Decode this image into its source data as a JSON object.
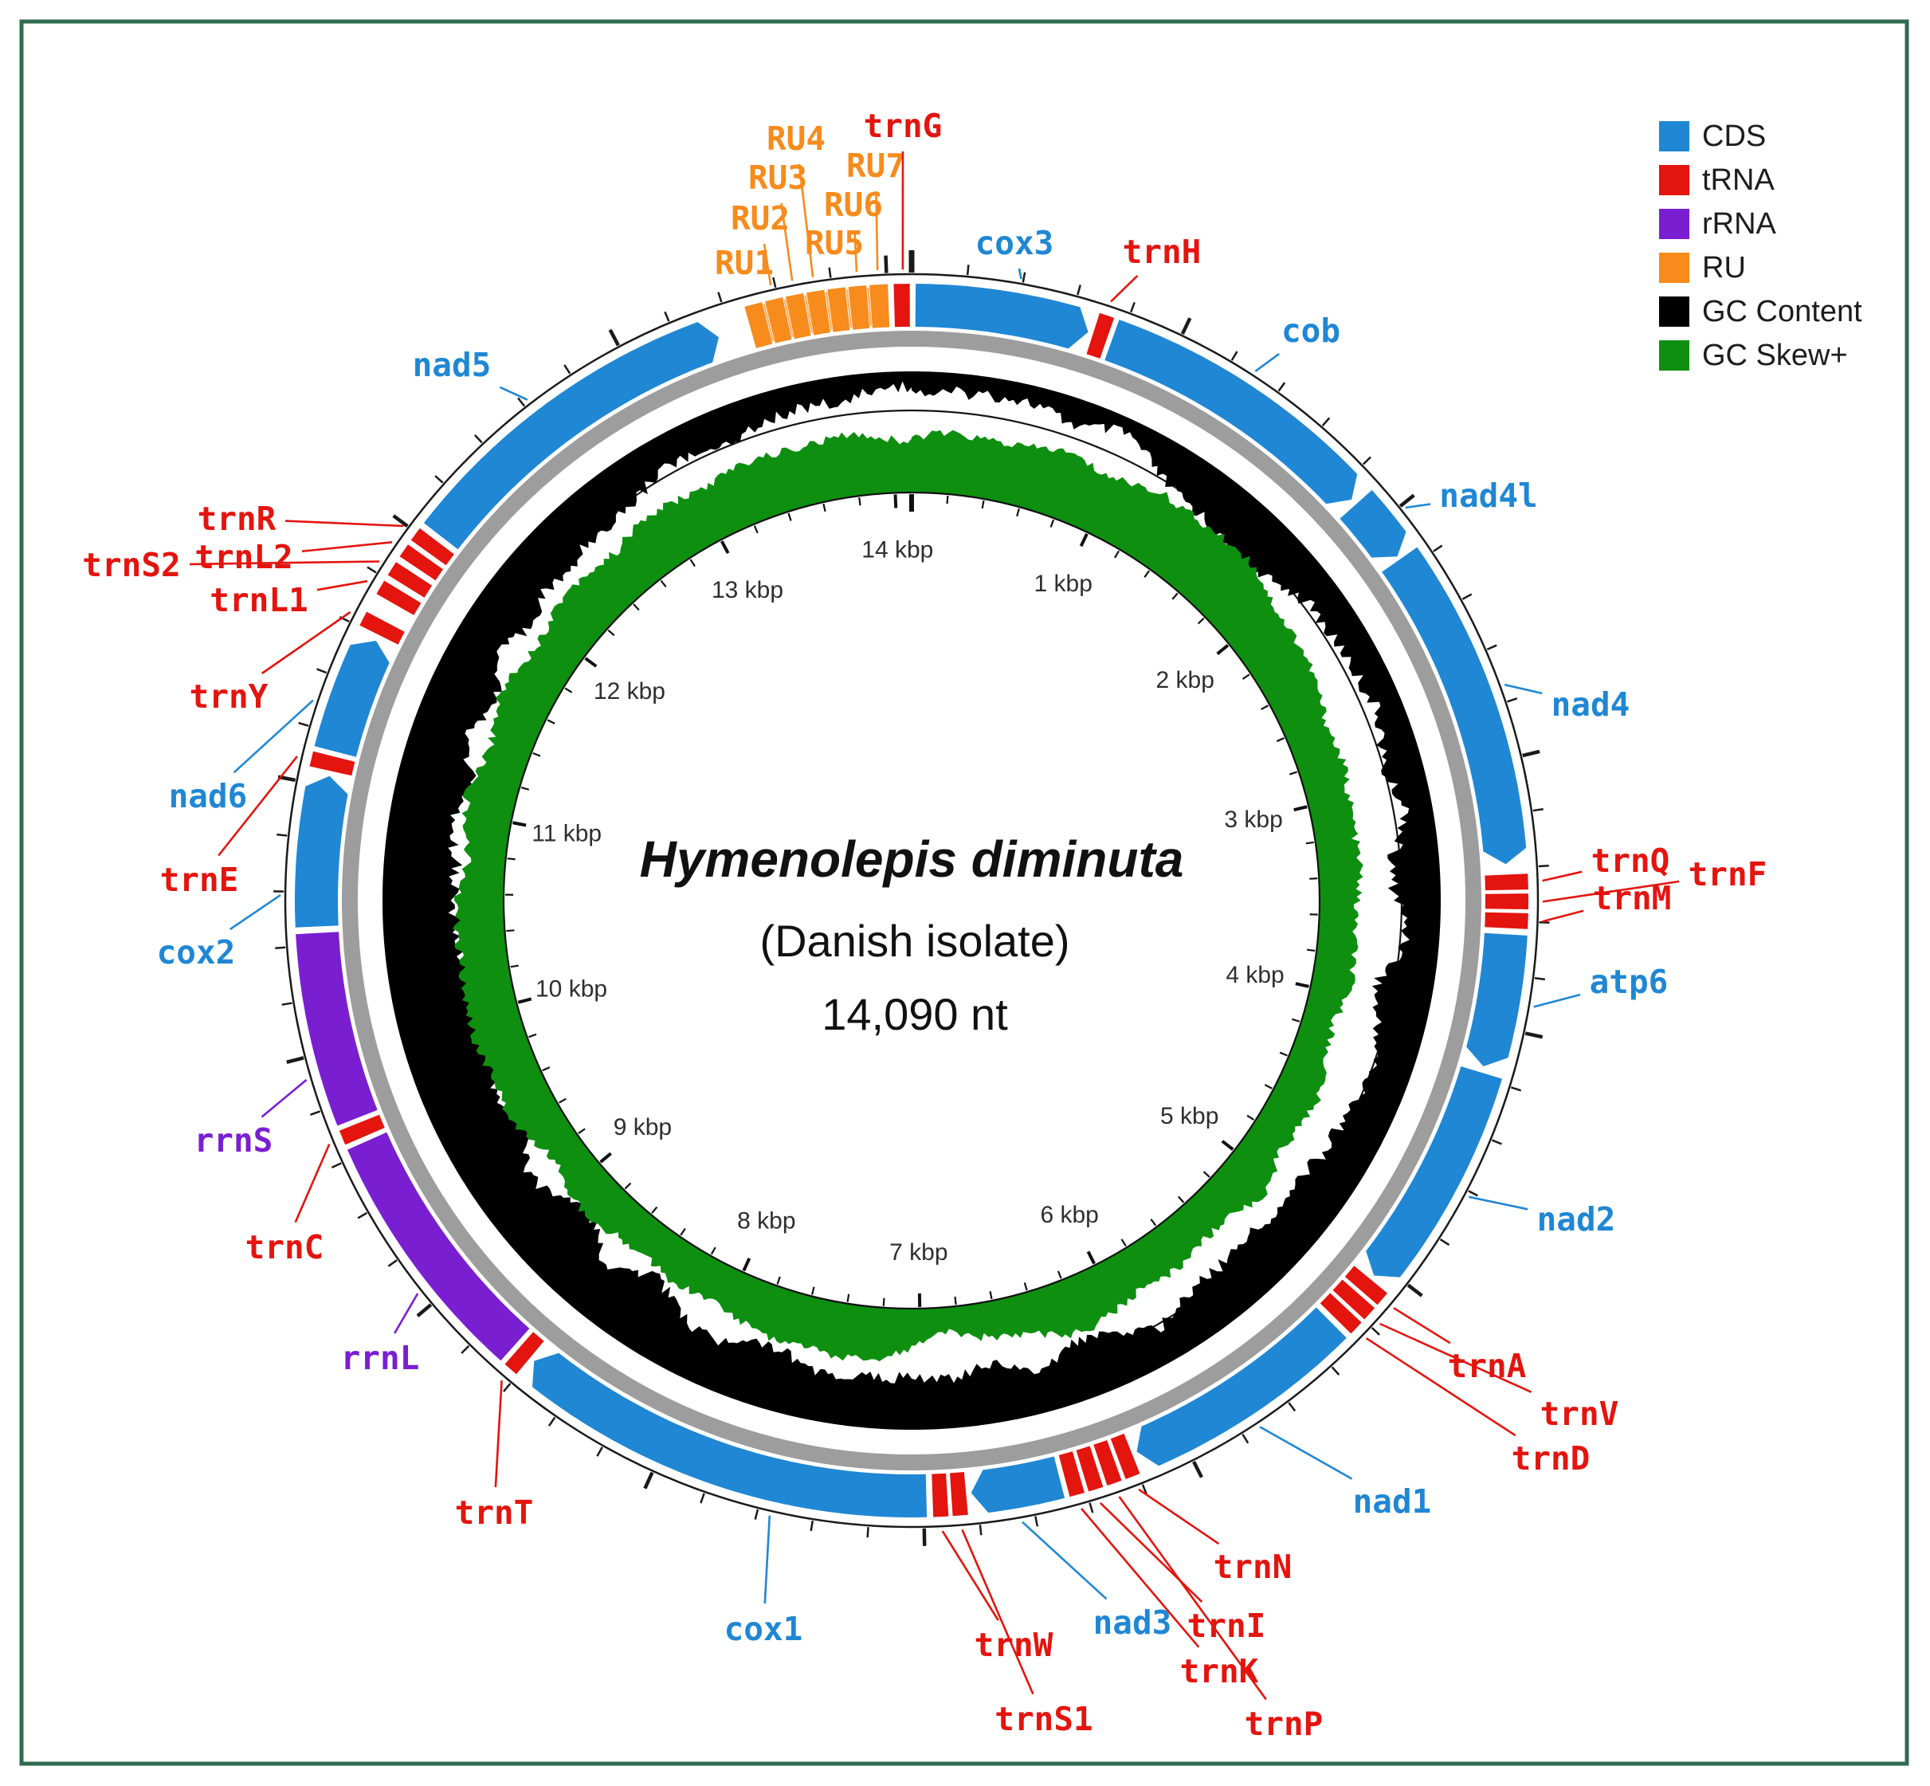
{
  "figure": {
    "title": "Hymenolepis diminuta",
    "subtitle": "(Danish isolate)",
    "length_label": "14,090 nt",
    "border_color": "#2f6b4f"
  },
  "legend": {
    "items": [
      {
        "label": "CDS",
        "color": "#1f87d4"
      },
      {
        "label": "tRNA",
        "color": "#e4140e"
      },
      {
        "label": "rRNA",
        "color": "#7a1ed2"
      },
      {
        "label": "RU",
        "color": "#f78b1c"
      },
      {
        "label": "GC Content",
        "color": "#000000"
      },
      {
        "label": "GC Skew+",
        "color": "#0e8f10"
      }
    ]
  },
  "chart_data": {
    "type": "circular-genome-map",
    "organism": "Hymenolepis diminuta",
    "isolate": "(Danish isolate)",
    "genome_length_nt": 14090,
    "colors": {
      "CDS": "#1f87d4",
      "tRNA": "#e4140e",
      "rRNA": "#7a1ed2",
      "RU": "#f78b1c",
      "gc_content": "#000000",
      "gc_skew": "#0e8f10",
      "backbone_gray": "#9d9d9d",
      "ring_line": "#1a1a1a",
      "scale_text": "#2e2e2e",
      "ru_separator": "#ffb469"
    },
    "scale": {
      "minor_interval_nt": 200,
      "major_interval_nt": 1000,
      "labels": [
        "1 kbp",
        "2 kbp",
        "3 kbp",
        "4 kbp",
        "5 kbp",
        "6 kbp",
        "7 kbp",
        "8 kbp",
        "9 kbp",
        "10 kbp",
        "11 kbp",
        "12 kbp",
        "13 kbp",
        "14 kbp"
      ]
    },
    "features": [
      {
        "name": "cox3",
        "type": "CDS",
        "start": 10,
        "end": 680
      },
      {
        "name": "trnH",
        "type": "tRNA",
        "start": 690,
        "end": 755
      },
      {
        "name": "cob",
        "type": "CDS",
        "start": 765,
        "end": 1870
      },
      {
        "name": "nad4l",
        "type": "CDS",
        "start": 1885,
        "end": 2145
      },
      {
        "name": "nad4",
        "type": "CDS",
        "start": 2150,
        "end": 3390
      },
      {
        "name": "trnQ",
        "type": "tRNA",
        "start": 3420,
        "end": 3487
      },
      {
        "name": "trnF",
        "type": "tRNA",
        "start": 3492,
        "end": 3559
      },
      {
        "name": "trnM",
        "type": "tRNA",
        "start": 3564,
        "end": 3631
      },
      {
        "name": "atp6",
        "type": "CDS",
        "start": 3645,
        "end": 4160
      },
      {
        "name": "nad2",
        "type": "CDS",
        "start": 4175,
        "end": 5055
      },
      {
        "name": "trnA",
        "type": "tRNA",
        "start": 5065,
        "end": 5130
      },
      {
        "name": "trnV",
        "type": "tRNA",
        "start": 5136,
        "end": 5201
      },
      {
        "name": "trnD",
        "type": "tRNA",
        "start": 5207,
        "end": 5272
      },
      {
        "name": "nad1",
        "type": "CDS",
        "start": 5285,
        "end": 6180
      },
      {
        "name": "trnN",
        "type": "tRNA",
        "start": 6190,
        "end": 6255
      },
      {
        "name": "trnP",
        "type": "tRNA",
        "start": 6261,
        "end": 6326
      },
      {
        "name": "trnI",
        "type": "tRNA",
        "start": 6332,
        "end": 6397
      },
      {
        "name": "trnK",
        "type": "tRNA",
        "start": 6403,
        "end": 6468
      },
      {
        "name": "nad3",
        "type": "CDS",
        "start": 6478,
        "end": 6825
      },
      {
        "name": "trnS1",
        "type": "tRNA",
        "start": 6835,
        "end": 6900
      },
      {
        "name": "trnW",
        "type": "tRNA",
        "start": 6906,
        "end": 6971
      },
      {
        "name": "cox1",
        "type": "CDS",
        "start": 6985,
        "end": 8590
      },
      {
        "name": "trnT",
        "type": "tRNA",
        "start": 8600,
        "end": 8665
      },
      {
        "name": "rrnL",
        "type": "rRNA",
        "start": 8675,
        "end": 9640
      },
      {
        "name": "trnC",
        "type": "tRNA",
        "start": 9650,
        "end": 9715
      },
      {
        "name": "rrnS",
        "type": "rRNA",
        "start": 9725,
        "end": 10450
      },
      {
        "name": "cox2",
        "type": "CDS",
        "start": 10465,
        "end": 11045
      },
      {
        "name": "trnE",
        "type": "tRNA",
        "start": 11055,
        "end": 11120
      },
      {
        "name": "nad6",
        "type": "CDS",
        "start": 11130,
        "end": 11585
      },
      {
        "name": "trnY",
        "type": "tRNA",
        "start": 11600,
        "end": 11665
      },
      {
        "name": "trnL1",
        "type": "tRNA",
        "start": 11730,
        "end": 11795
      },
      {
        "name": "trnS2",
        "type": "tRNA",
        "start": 11810,
        "end": 11875
      },
      {
        "name": "trnL2",
        "type": "tRNA",
        "start": 11890,
        "end": 11952
      },
      {
        "name": "trnR",
        "type": "tRNA",
        "start": 11962,
        "end": 12025
      },
      {
        "name": "nad5",
        "type": "CDS",
        "start": 12040,
        "end": 13355
      },
      {
        "name": "RU1",
        "type": "RU",
        "start": 13470,
        "end": 13545
      },
      {
        "name": "RU2",
        "type": "RU",
        "start": 13547,
        "end": 13622
      },
      {
        "name": "RU3",
        "type": "RU",
        "start": 13624,
        "end": 13699
      },
      {
        "name": "RU4",
        "type": "RU",
        "start": 13701,
        "end": 13776
      },
      {
        "name": "RU5",
        "type": "RU",
        "start": 13778,
        "end": 13853
      },
      {
        "name": "RU6",
        "type": "RU",
        "start": 13855,
        "end": 13930
      },
      {
        "name": "RU7",
        "type": "RU",
        "start": 13932,
        "end": 14008
      },
      {
        "name": "trnG",
        "type": "tRNA",
        "start": 14020,
        "end": 14088
      }
    ],
    "tracks": {
      "gc_content": {
        "direction": "inward",
        "sample_step_deg": 5,
        "values": [
          0.18,
          0.15,
          0.2,
          0.16,
          0.22,
          0.18,
          0.3,
          0.42,
          0.52,
          0.5,
          0.4,
          0.32,
          0.24,
          0.3,
          0.26,
          0.33,
          0.28,
          0.42,
          0.38,
          0.33,
          0.48,
          0.44,
          0.38,
          0.34,
          0.44,
          0.5,
          0.4,
          0.54,
          0.46,
          0.4,
          0.36,
          0.44,
          0.5,
          0.42,
          0.5,
          0.46,
          0.5,
          0.42,
          0.46,
          0.55,
          0.5,
          0.46,
          0.55,
          0.65,
          0.52,
          0.7,
          0.62,
          0.56,
          0.75,
          0.62,
          0.82,
          0.72,
          0.85,
          0.66,
          0.6,
          0.7,
          0.56,
          0.66,
          0.52,
          0.6,
          0.46,
          0.56,
          0.42,
          0.5,
          0.44,
          0.36,
          0.3,
          0.34,
          0.26,
          0.28,
          0.22,
          0.16
        ]
      },
      "gc_skew_plus": {
        "direction": "outward",
        "sample_step_deg": 5,
        "values": [
          0.75,
          0.8,
          0.85,
          0.82,
          0.9,
          0.86,
          0.9,
          0.95,
          0.99,
          0.94,
          0.86,
          0.8,
          0.7,
          0.66,
          0.6,
          0.56,
          0.6,
          0.55,
          0.5,
          0.55,
          0.5,
          0.46,
          0.5,
          0.55,
          0.6,
          0.55,
          0.65,
          0.6,
          0.55,
          0.6,
          0.65,
          0.7,
          0.74,
          0.6,
          0.45,
          0.35,
          0.55,
          0.7,
          0.75,
          0.7,
          0.66,
          0.6,
          0.56,
          0.5,
          0.55,
          0.6,
          0.55,
          0.5,
          0.6,
          0.65,
          0.7,
          0.65,
          0.7,
          0.66,
          0.6,
          0.56,
          0.6,
          0.65,
          0.6,
          0.66,
          0.7,
          0.66,
          0.7,
          0.75,
          0.7,
          0.75,
          0.8,
          0.76,
          0.8,
          0.85,
          0.82,
          0.78
        ]
      }
    }
  }
}
